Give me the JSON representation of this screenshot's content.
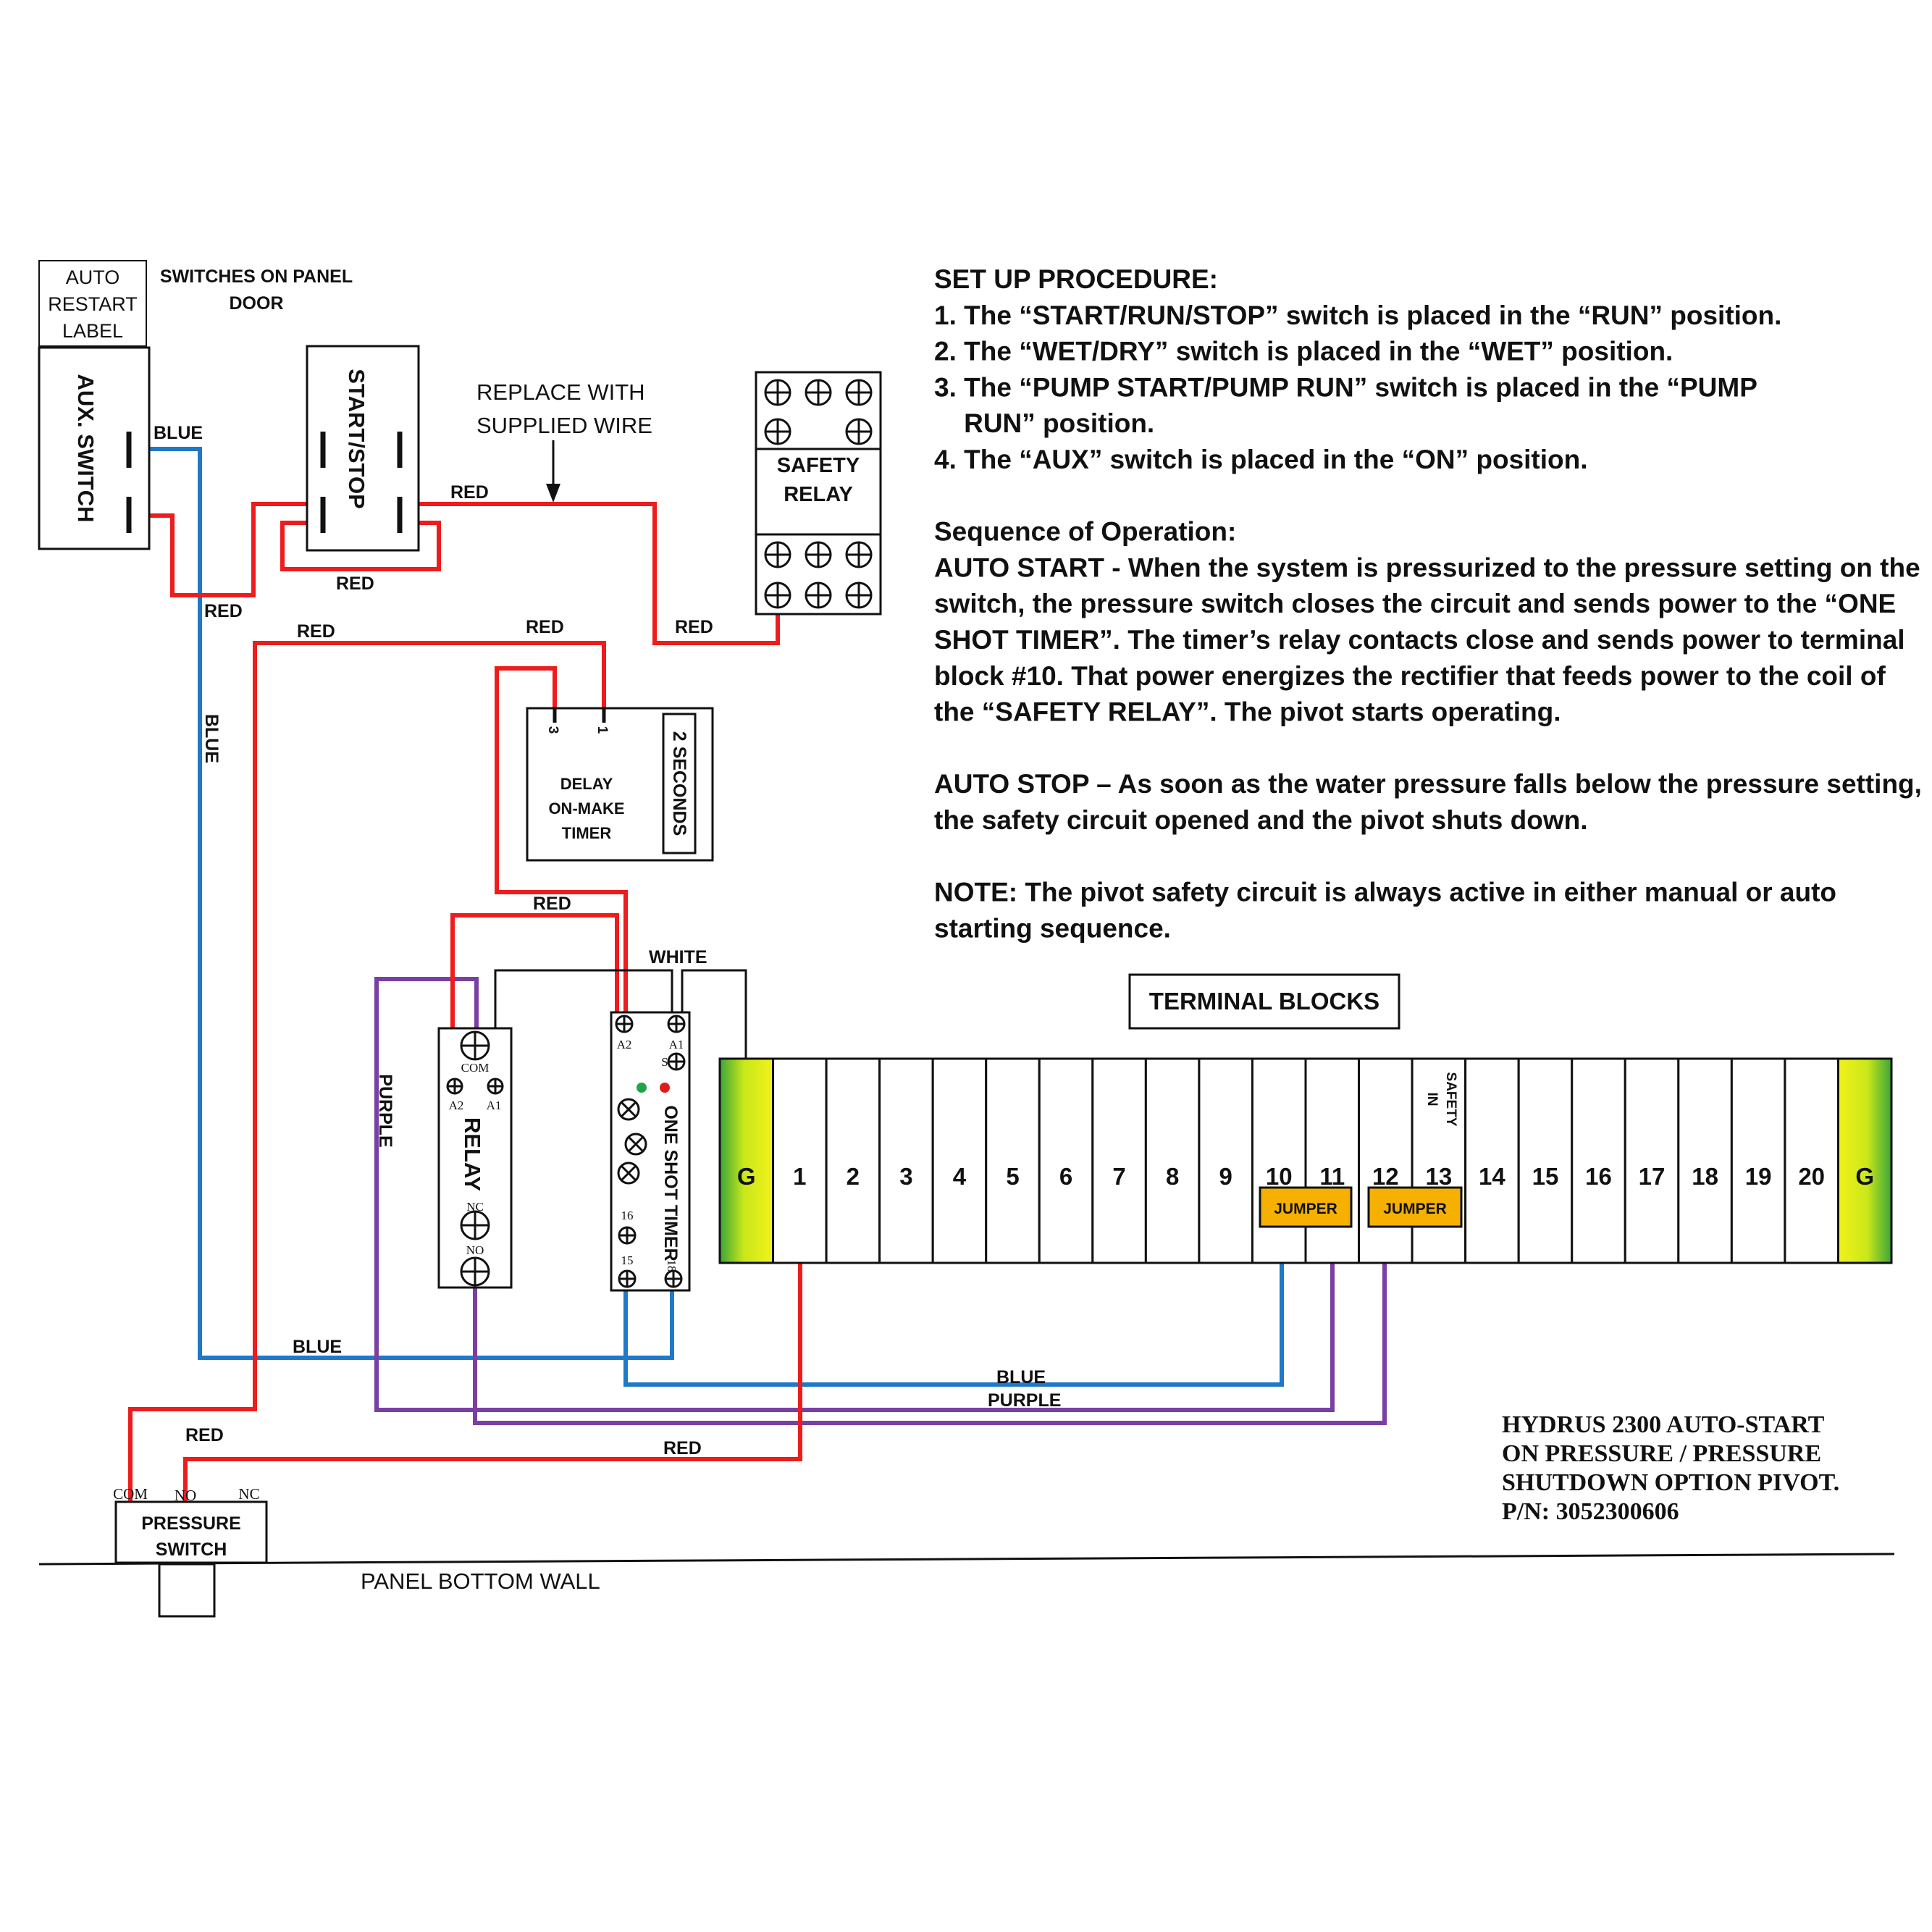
{
  "colors": {
    "red_wire": "#ee1c1c",
    "blue_wire": "#1f78c8",
    "purple_wire": "#7a3fa3",
    "jumper": "#f5b000",
    "ground_green": "#3aa63a",
    "ground_yellow": "#f2f21a"
  },
  "labels": {
    "auto_restart_label": [
      "AUTO",
      "RESTART",
      "LABEL"
    ],
    "switches_on_panel_door": [
      "SWITCHES ON PANEL",
      "DOOR"
    ],
    "aux_switch": "AUX. SWITCH",
    "start_stop": "START/STOP",
    "replace_with_supplied_wire": [
      "REPLACE WITH",
      "SUPPLIED  WIRE"
    ],
    "safety_relay": [
      "SAFETY",
      "RELAY"
    ],
    "delay_timer": [
      "DELAY",
      "ON-MAKE",
      "TIMER"
    ],
    "two_seconds": "2 SECONDS",
    "delay_terminal_3": "3",
    "delay_terminal_1": "1",
    "relay": "RELAY",
    "relay_com": "COM",
    "relay_a2": "A2",
    "relay_a1": "A1",
    "relay_nc": "NC",
    "relay_no": "NO",
    "one_shot_timer": "ONE SHOT  TIMER",
    "timer_a2": "A2",
    "timer_a1": "A1",
    "timer_s": "S",
    "timer_16": "16",
    "timer_15": "15",
    "timer_18": "18",
    "terminal_blocks": "TERMINAL BLOCKS",
    "safety_in": [
      "SAFETY",
      "IN"
    ],
    "jumper": "JUMPER",
    "pressure_switch": [
      "PRESSURE",
      "SWITCH"
    ],
    "ps_com": "COM",
    "ps_no": "NO",
    "ps_nc": "NC",
    "panel_bottom_wall": "PANEL BOTTOM WALL"
  },
  "wire_labels": {
    "blue": "BLUE",
    "red": "RED",
    "white": "WHITE",
    "purple": "PURPLE"
  },
  "terminal_blocks": [
    "G",
    "1",
    "2",
    "3",
    "4",
    "5",
    "6",
    "7",
    "8",
    "9",
    "10",
    "11",
    "12",
    "13",
    "14",
    "15",
    "16",
    "17",
    "18",
    "19",
    "20",
    "G"
  ],
  "procedure": [
    "SET UP PROCEDURE:",
    "1. The “START/RUN/STOP” switch is placed in the “RUN” position.",
    "2. The “WET/DRY” switch is placed in the “WET” position.",
    "3. The “PUMP START/PUMP RUN” switch is placed in the “PUMP",
    "    RUN” position.",
    "4. The “AUX” switch is placed in the “ON” position.",
    "",
    "Sequence of Operation:",
    "AUTO START - When the system is pressurized to the pressure setting on the",
    "switch, the pressure switch closes the circuit and sends power to the “ONE",
    "SHOT TIMER”. The timer’s relay contacts close and sends power to terminal",
    "block #10. That power energizes the rectifier that feeds power to the coil of",
    "the “SAFETY RELAY”. The pivot starts operating.",
    "",
    "AUTO STOP – As soon as the water pressure falls below the pressure setting,",
    "the safety circuit opened and the pivot shuts down.",
    "",
    "NOTE: The pivot safety circuit is always active in either manual or auto",
    "starting sequence."
  ],
  "title_block": [
    "HYDRUS 2300 AUTO-START",
    "ON PRESSURE / PRESSURE",
    "SHUTDOWN  OPTION PIVOT.",
    "P/N: 3052300606"
  ]
}
